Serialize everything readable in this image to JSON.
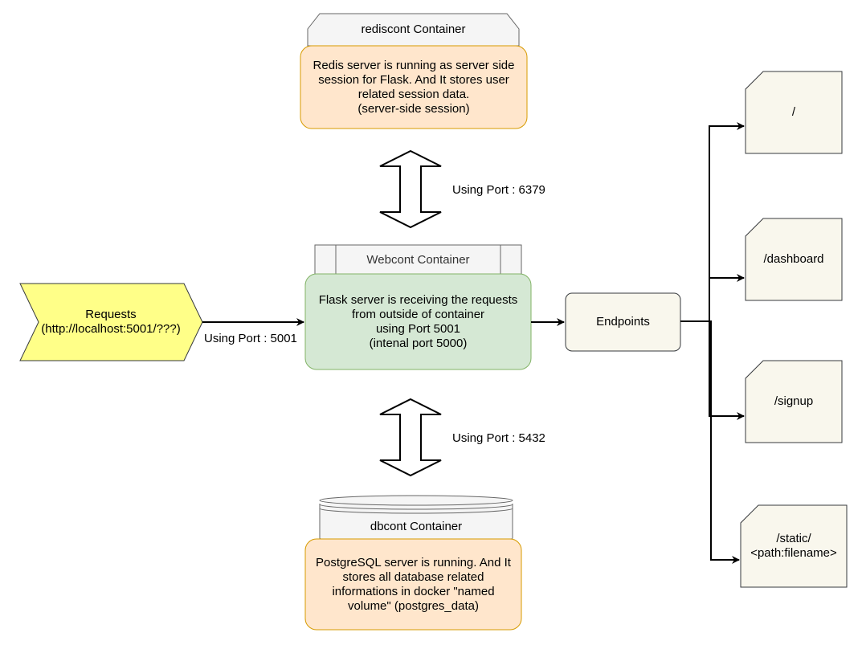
{
  "redis": {
    "header": "rediscont Container",
    "body": "Redis server is running as server side\nsession for Flask.  And It stores user\nrelated session data.\n(server-side session)"
  },
  "web": {
    "header": "Webcont Container",
    "body": "Flask server is receiving the requests\nfrom outside of container\nusing Port 5001\n(intenal port 5000)"
  },
  "db": {
    "header": "dbcont Container",
    "body": "PostgreSQL server is running. And It\nstores all database related\ninformations in docker \"named\nvolume\" (postgres_data)"
  },
  "requests": {
    "label": "Requests\n(http://localhost:5001/???)"
  },
  "ports": {
    "redis": "Using Port : 6379",
    "postgres": "Using Port : 5432",
    "incoming": "Using Port : 5001"
  },
  "endpoints": {
    "label": "Endpoints",
    "items": [
      "/",
      "/dashboard",
      "/signup",
      "/static/\n<path:filename>"
    ]
  },
  "colors": {
    "orange_fill": "#ffe6cc",
    "orange_stroke": "#d79b00",
    "green_fill": "#d5e8d4",
    "green_stroke": "#82b366",
    "yellow_fill": "#ffff88",
    "yellow_stroke": "#36393d",
    "cream_fill": "#f9f7ed",
    "gray_fill": "#f5f5f5",
    "gray_stroke": "#666666"
  }
}
